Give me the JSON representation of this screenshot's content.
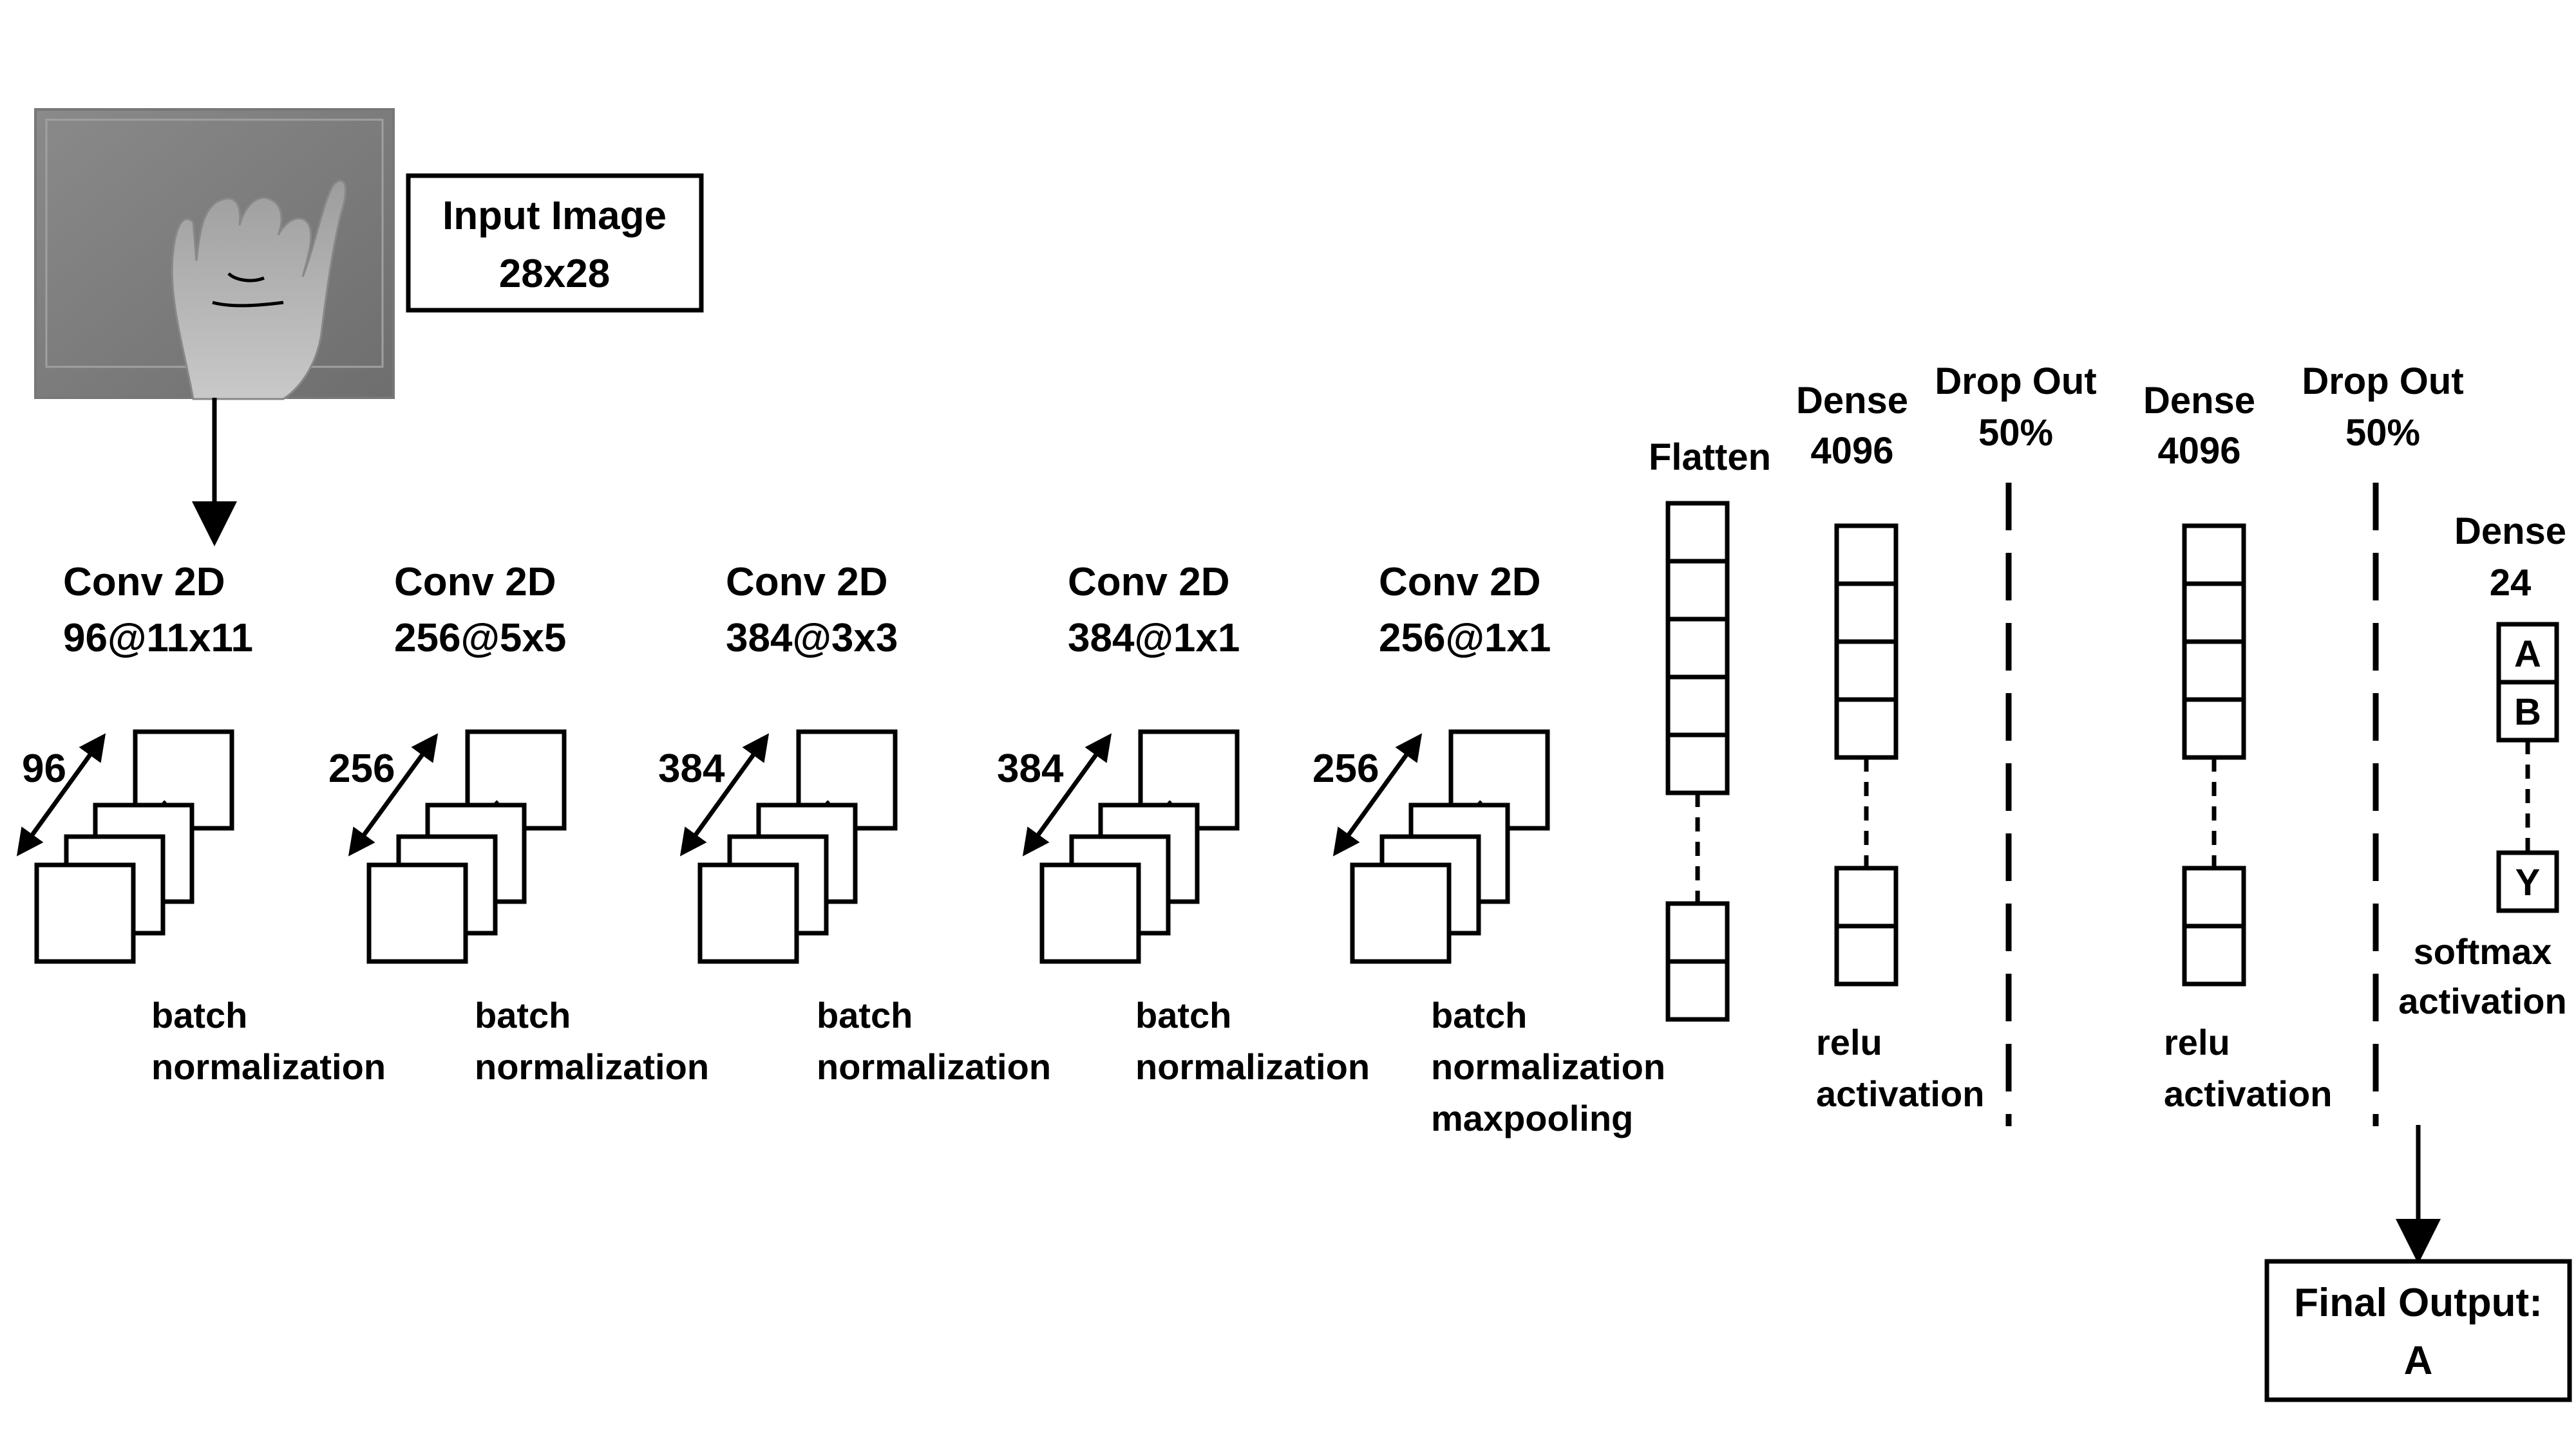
{
  "input": {
    "title_line1": "Input Image",
    "title_line2": "28x28",
    "image_icon": "hand-sign-image"
  },
  "conv_layers": [
    {
      "line1": "Conv 2D",
      "line2": "96@11x11",
      "depth": "96",
      "cap1": "batch",
      "cap2": "normalization",
      "cap3": ""
    },
    {
      "line1": "Conv 2D",
      "line2": "256@5x5",
      "depth": "256",
      "cap1": "batch",
      "cap2": "normalization",
      "cap3": ""
    },
    {
      "line1": "Conv 2D",
      "line2": "384@3x3",
      "depth": "384",
      "cap1": "batch",
      "cap2": "normalization",
      "cap3": ""
    },
    {
      "line1": "Conv 2D",
      "line2": "384@1x1",
      "depth": "384",
      "cap1": "batch",
      "cap2": "normalization",
      "cap3": ""
    },
    {
      "line1": "Conv 2D",
      "line2": "256@1x1",
      "depth": "256",
      "cap1": "batch",
      "cap2": "normalization",
      "cap3": "maxpooling"
    }
  ],
  "flatten": {
    "label": "Flatten"
  },
  "dense1": {
    "line1": "Dense",
    "line2": "4096",
    "cap1": "relu",
    "cap2": "activation"
  },
  "dropout1": {
    "line1": "Drop Out",
    "line2": "50%"
  },
  "dense2": {
    "line1": "Dense",
    "line2": "4096",
    "cap1": "relu",
    "cap2": "activation"
  },
  "dropout2": {
    "line1": "Drop Out",
    "line2": "50%"
  },
  "output_dense": {
    "line1": "Dense",
    "line2": "24",
    "classes": [
      "A",
      "B",
      "Y"
    ],
    "cap1": "softmax",
    "cap2": "activation"
  },
  "final": {
    "line1": "Final Output:",
    "line2": "A"
  }
}
